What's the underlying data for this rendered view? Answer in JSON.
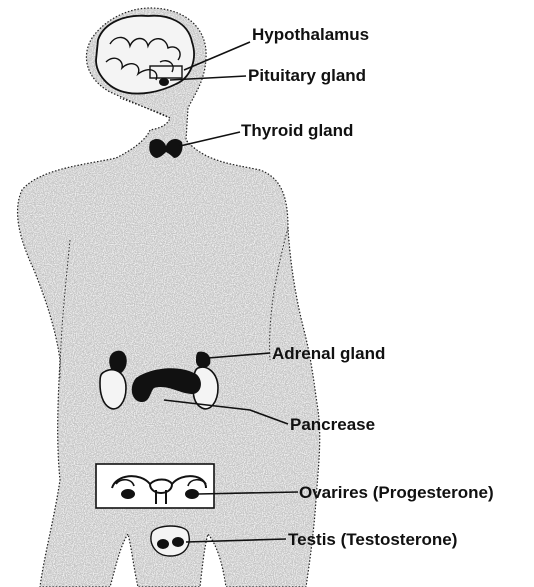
{
  "diagram": {
    "labels": {
      "hypothalamus": "Hypothalamus",
      "pituitary": "Pituitary gland",
      "thyroid": "Thyroid gland",
      "adrenal": "Adrenal gland",
      "pancreas": "Pancrease",
      "ovaries": "Ovarires (Progesterone)",
      "testis": "Testis (Testosterone)"
    },
    "colors": {
      "ink": "#111111",
      "body_fill": "#efefef",
      "paper": "#ffffff"
    }
  }
}
